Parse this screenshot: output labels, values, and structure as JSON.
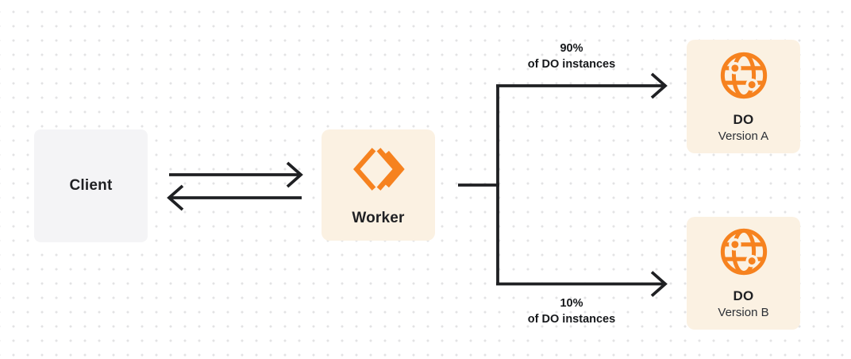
{
  "diagram": {
    "description": "Traffic-splitting diagram: Client talks to Worker, Worker routes Durable Object instances across two versions",
    "nodes": {
      "client": {
        "label": "Client"
      },
      "worker": {
        "label": "Worker"
      },
      "do_version_a": {
        "title": "DO",
        "subtitle": "Version A"
      },
      "do_version_b": {
        "title": "DO",
        "subtitle": "Version B"
      }
    },
    "edges": {
      "client_worker": {
        "style": "double-headed-pair"
      },
      "branch_a": {
        "percent": "90%",
        "caption": "of DO instances"
      },
      "branch_b": {
        "percent": "10%",
        "caption": "of DO instances"
      }
    },
    "colors": {
      "accent_orange": "#f6821f",
      "node_cream": "#fbf1e2",
      "node_gray": "#f4f4f6",
      "line_dark": "#1f2023",
      "dot_grid": "#e3e3e4"
    },
    "icons": {
      "worker": "workers-chevrons-icon",
      "durable_object": "globe-durable-object-icon"
    }
  }
}
